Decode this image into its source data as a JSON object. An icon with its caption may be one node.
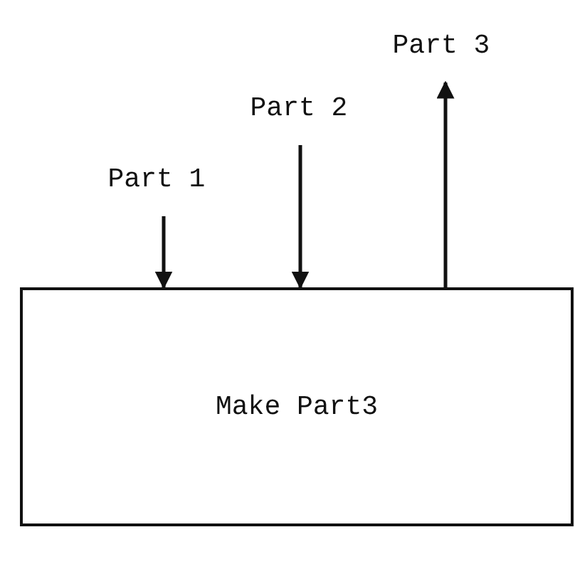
{
  "diagram": {
    "nodes": [
      {
        "text": [
          "Make Part3"
        ]
      },
      {
        "text": [
          "Part 1"
        ]
      },
      {
        "text": [
          "Part 2"
        ]
      },
      {
        "text": [
          "Part 3"
        ]
      }
    ],
    "edges": [
      {
        "from": 1,
        "to": 0,
        "arrow": "to"
      },
      {
        "from": 2,
        "to": 0,
        "arrow": "to"
      },
      {
        "from": 0,
        "to": 3,
        "arrow": "to"
      }
    ]
  }
}
